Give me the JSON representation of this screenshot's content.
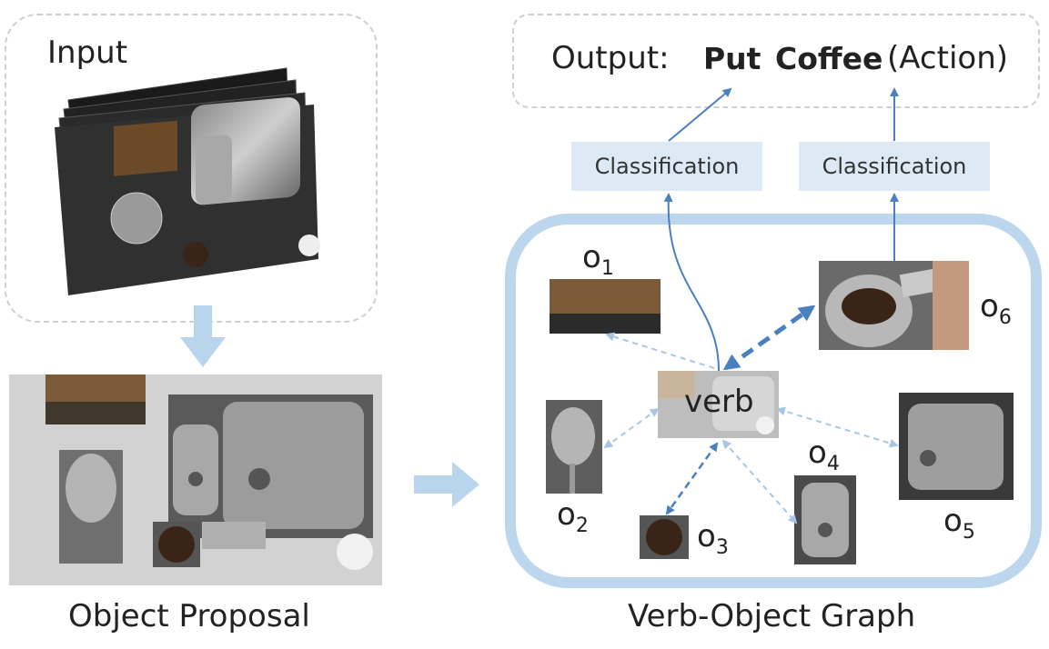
{
  "input": {
    "title": "Input"
  },
  "proposal": {
    "caption": "Object Proposal"
  },
  "graph": {
    "caption": "Verb-Object Graph",
    "verb_label": "verb",
    "nodes": [
      {
        "id": "o1",
        "letter": "o",
        "sub": "1"
      },
      {
        "id": "o2",
        "letter": "o",
        "sub": "2"
      },
      {
        "id": "o3",
        "letter": "o",
        "sub": "3"
      },
      {
        "id": "o4",
        "letter": "o",
        "sub": "4"
      },
      {
        "id": "o5",
        "letter": "o",
        "sub": "5"
      },
      {
        "id": "o6",
        "letter": "o",
        "sub": "6"
      }
    ]
  },
  "classification": {
    "left": "Classification",
    "right": "Classification"
  },
  "output": {
    "prefix": "Output:",
    "verb": "Put",
    "object": "Coffee",
    "suffix": "(Action)"
  },
  "colors": {
    "arrow": "#4a7fc0",
    "arrow_light": "#a9c5e4",
    "frame": "#bcd6ee",
    "class_box": "#dde9f5",
    "big_arrow": "#b9d5ee"
  }
}
